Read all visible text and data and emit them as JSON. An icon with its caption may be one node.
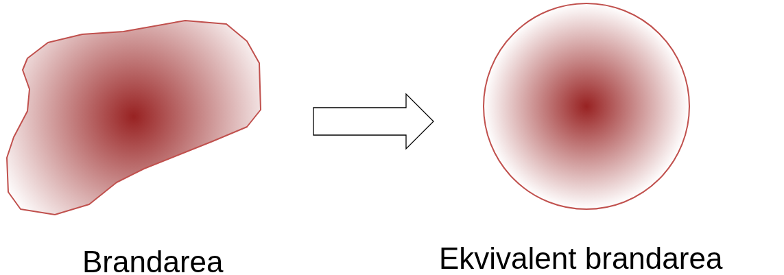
{
  "diagram": {
    "nodes": [
      {
        "text": [
          "Brandarea"
        ]
      },
      {
        "text": [
          "Ekvivalent brandarea"
        ]
      }
    ],
    "edges": [
      {
        "from": 0,
        "to": 1,
        "arrow": "to"
      }
    ]
  }
}
